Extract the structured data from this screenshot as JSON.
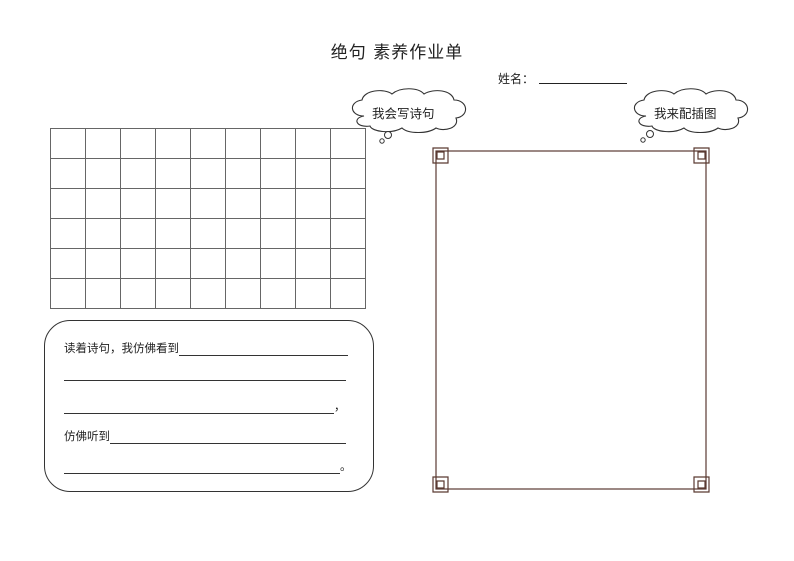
{
  "title": "绝句  素养作业单",
  "name_label": "姓名：",
  "bubbles": {
    "write": "我会写诗句",
    "draw": "我来配插图"
  },
  "grid": {
    "rows": 6,
    "cols": 9
  },
  "prompts": {
    "see": "读着诗句，我仿佛看到",
    "comma": "，",
    "hear": "仿佛听到",
    "period": "。"
  }
}
